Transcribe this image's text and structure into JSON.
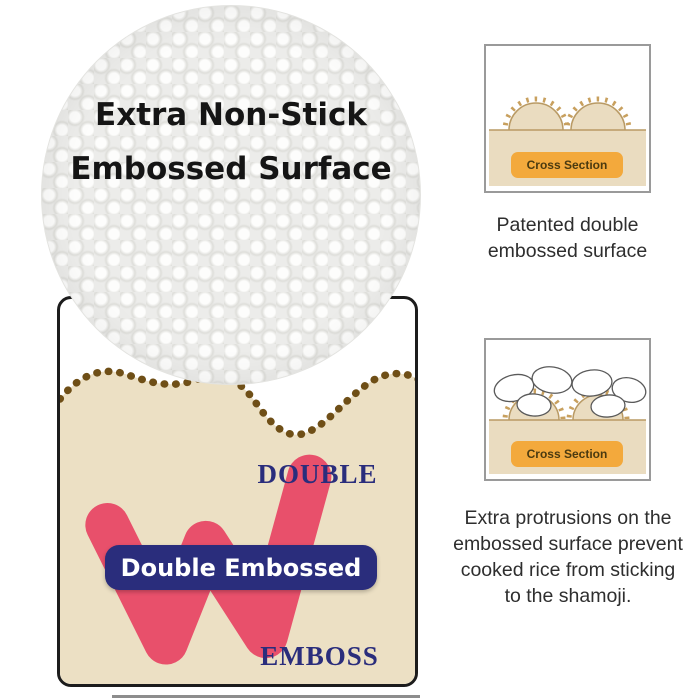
{
  "bubble": {
    "line1": "Extra Non-Stick",
    "line2": "Embossed Surface"
  },
  "card": {
    "word_top": "DOUBLE",
    "pill_label": "Double Embossed",
    "word_bottom": "EMBOSS"
  },
  "panel1": {
    "tag": "Cross Section",
    "caption": "Patented double embossed surface"
  },
  "panel2": {
    "tag": "Cross Section",
    "caption": "Extra protrusions on the embossed surface prevent cooked rice from sticking to the shamoji."
  },
  "colors": {
    "beige": "#ece0c4",
    "pink": "#e8506b",
    "navy": "#2a2d7c",
    "orange": "#f3a93c",
    "brown": "#6f4f17",
    "bump_stroke": "#b99a64"
  }
}
